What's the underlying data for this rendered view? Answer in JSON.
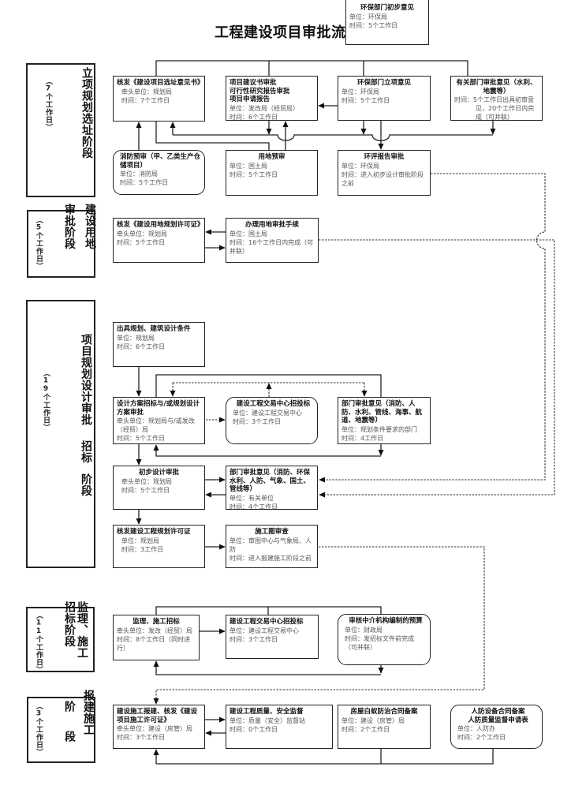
{
  "title": "工程建设项目审批流程",
  "stages": [
    {
      "label": "立项规划选址阶段",
      "duration": "（7个工作日）"
    },
    {
      "label_right": "建设用地",
      "label_left": "审批阶段",
      "duration": "（5个工作日）"
    },
    {
      "label": "项目规划设计审批",
      "label_2": "招标",
      "label_3": "阶段",
      "duration": "（19个工作日）"
    },
    {
      "label_right": "监理、施工",
      "label_left": "招标阶段",
      "duration": "（11个工作日）"
    },
    {
      "label_right": "报建施工",
      "label_left_1": "阶",
      "label_left_2": "段",
      "duration": "（3个工作日）"
    }
  ],
  "boxes": {
    "floating": {
      "title": [
        "环保部门初步意见"
      ],
      "lines": [
        "单位：环保局",
        "时间：5个工作日"
      ]
    },
    "xuanzhi": {
      "title": [
        "核发《建设项目选址意见书》"
      ],
      "lines": [
        "牵头单位：规划局",
        "时间：7个工作日"
      ]
    },
    "xiangmu": {
      "title": [
        "项目建议书审批",
        "可行性研究报告审批",
        "项目申请报告"
      ],
      "lines": [
        "单位：发改局（经贸局）",
        "时间：6个工作日"
      ]
    },
    "huanbao": {
      "title": [
        "环保部门立项意见"
      ],
      "lines": [
        "单位：环保局",
        "时间：5个工作日"
      ]
    },
    "youguan": {
      "title": [
        "有关部门审批意见（水利、地震等）"
      ],
      "lines": [
        "时间：5个工作日出具初审意见，20个工作日内完成（可并联）"
      ]
    },
    "xiaofang": {
      "title": [
        "消防预审（甲、乙类生产仓储项目）"
      ],
      "lines": [
        "单位：消防局",
        "时间：5个工作日"
      ]
    },
    "yongdi": {
      "title": [
        "用地预审"
      ],
      "lines": [
        "单位：国土局",
        "时间：5个工作日"
      ]
    },
    "huanping": {
      "title": [
        "环评报告审批"
      ],
      "lines": [
        "单位：环保局",
        "时间：进入初步设计审批阶段之前"
      ]
    },
    "xuke": {
      "title": [
        "核发《建设用地规划许可证》"
      ],
      "lines": [
        "牵头单位：规划局",
        "时间：5个工作日"
      ]
    },
    "shouxu": {
      "title": [
        "办理用地审批手续"
      ],
      "lines": [
        "单位：国土局",
        "时间：16个工作日内完成（可并联）"
      ]
    },
    "tiaojian": {
      "title": [
        "出具规划、建筑设计条件"
      ],
      "lines": [
        "单位：规划局",
        "时间：6个工作日"
      ]
    },
    "fangan": {
      "title": [
        "设计方案招标与/或规划设计方案审批"
      ],
      "lines": [
        "牵头单位：规划局与/或发改（经贸）局",
        "时间：5个工作日"
      ]
    },
    "jiaoyi3": {
      "title": [
        "建设工程交易中心招投标"
      ],
      "lines": [
        "单位：建设工程交易中心",
        "时间：3个工作日"
      ]
    },
    "bumen1": {
      "title": [
        "部门审批意见（消防、人防、水利、管线、海事、航道、地震等）"
      ],
      "lines": [
        "单位：规划条件要求的部门",
        "时间：4工作日"
      ]
    },
    "chubu": {
      "title": [
        "初步设计审批"
      ],
      "lines": [
        "牵头单位：规划局",
        "时间：5个工作日"
      ]
    },
    "bumen2": {
      "title": [
        "部门审批意见（消防、环保水利、人防、气象、国土、管线等）"
      ],
      "lines": [
        "单位：有关单位",
        "时间：4个工作日"
      ]
    },
    "guihua": {
      "title": [
        "核发建设工程规划许可证"
      ],
      "lines": [
        "单位：规划局",
        "时间：3工作日"
      ]
    },
    "shigongtu": {
      "title": [
        "施工图审查"
      ],
      "lines": [
        "单位：审图中心与气象局、人防",
        "时间：进入报建施工阶段之前"
      ]
    },
    "jianli": {
      "title": [
        "监理、施工招标"
      ],
      "lines": [
        "牵头单位：发改（经贸）局",
        "时间：8个工作日（同时进行）"
      ]
    },
    "jiaoyi4": {
      "title": [
        "建设工程交易中心招投标"
      ],
      "lines": [
        "单位：建设工程交易中心",
        "时间：3个工作日"
      ]
    },
    "yusuan": {
      "title": [
        "审核中介机构编制的预算"
      ],
      "lines": [
        "单位：财政局",
        "时间：发招标文件前完成",
        "（可并联）"
      ]
    },
    "baojian": {
      "title": [
        "建设施工报建、核发《建设项目施工许可证》"
      ],
      "lines": [
        "牵头单位：建设（房管）局",
        "时间：3个工作日"
      ]
    },
    "zhiliang": {
      "title": [
        "建设工程质量、安全监督"
      ],
      "lines": [
        "单位：质量（安全）监督站",
        "时间：0个工作日"
      ]
    },
    "baiyi": {
      "title": [
        "房屋白蚁防治合同备案"
      ],
      "lines": [
        "单位：建设（房管）局",
        "时间：2个工作日"
      ]
    },
    "renfang": {
      "title": [
        "人防设备合同备案",
        "人防质量监督申请表"
      ],
      "lines": [
        "单位：人防办",
        "时间：2个工作日"
      ]
    }
  }
}
